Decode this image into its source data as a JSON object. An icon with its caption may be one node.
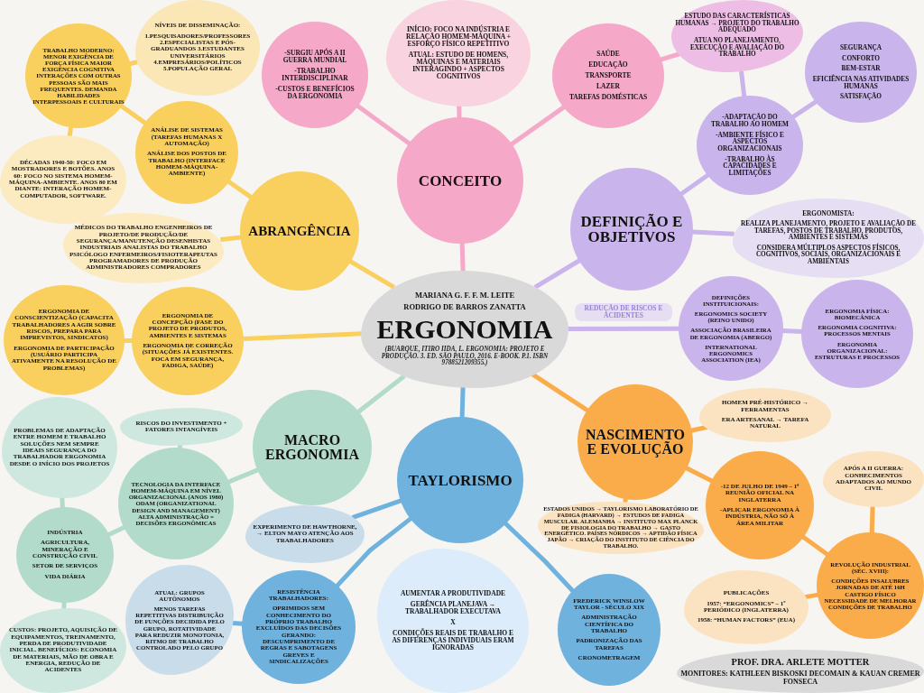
{
  "diagram": {
    "nodes": [
      {
        "text": [
          "MARIANA G. F. F. M. LEITE",
          "RODRIGO DE BARROS ZANATTA",
          "ERGONOMIA",
          "(BUARQUE, ITIRO IIDA, L. ERGONOMIA: PROJETO E PRODUÇÃO. 3. ED. SÃO PAULO, 2016. E-BOOK. P.1. ISBN 9788521209355.)"
        ]
      },
      {
        "text": [
          "CONCEITO"
        ]
      },
      {
        "text": [
          "-SURGIU APÓS A II GUERRA MUNDIAL",
          "-TRABALHO INTERDISCIPLINAR",
          "-CUSTOS E BENEFÍCIOS DA ERGONOMIA"
        ]
      },
      {
        "text": [
          "INÍCIO: FOCO NA INDÚSTRIA E RELAÇÃO HOMEM-MÁQUINA + ESFORÇO FÍSICO REPETITIVO",
          "ATUAL: ESTUDO DE HOMENS, MÁQUINAS E MATERIAIS INTERAGINDO + ASPECTOS COGNITIVOS"
        ]
      },
      {
        "text": [
          "SAÚDE",
          "EDUCAÇÃO",
          "TRANSPORTE",
          "LAZER",
          "TAREFAS DOMÉSTICAS"
        ]
      },
      {
        "text": [
          "ESTUDO DAS CARACTERÍSTICAS HUMANAS → PROJETO DO TRABALHO ADEQUADO",
          "ATUA NO PLANEJAMENTO, EXECUÇÃO E AVALIAÇÃO DO TRABALHO"
        ]
      },
      {
        "text": [
          "SEGURANÇA",
          "CONFORTO",
          "BEM-ESTAR",
          "EFICIÊNCIA NAS ATIVIDADES HUMANAS",
          "SATISFAÇÃO"
        ]
      },
      {
        "text": [
          "-ADAPTAÇÃO DO TRABALHO AO HOMEM",
          "-AMBIENTE FÍSICO E ASPECTOS ORGANIZACIONAIS",
          "-TRABALHO ÀS CAPACIDADES E LIMITAÇÕES"
        ]
      },
      {
        "text": [
          "DEFINIÇÃO E OBJETIVOS"
        ]
      },
      {
        "text": [
          "ERGONOMISTA:",
          "REALIZA PLANEJAMENTO, PROJETO E AVALIAÇÃO DE TAREFAS, POSTOS DE TRABALHO, PRODUTOS, AMBIENTES E SISTEMAS",
          "CONSIDERA MÚLTIPLOS ASPECTOS FÍSICOS, COGNITIVOS, SOCIAIS, ORGANIZACIONAIS E AMBIENTAIS"
        ]
      },
      {
        "text": [
          "DEFINIÇÕES INSTITUICIONAIS:",
          "ERGONOMICS SOCIETY (REINO UNIDO)",
          "ASSOCIAÇÃO BRASILEIRA DE ERGONOMIA (ABERGO)",
          "INTERNATIONAL ERGONOMICS ASSOCIATION (IEA)"
        ]
      },
      {
        "text": [
          "ERGONOMIA FÍSICA: BIOMECÂNICA",
          "ERGONOMIA COGNITIVA: PROCESSOS MENTAIS",
          "ERGONOMIA ORGANIZACIONAL: ESTRUTURAS E PROCESSOS"
        ]
      },
      {
        "text": [
          "NÍVEIS DE DISSEMINAÇÃO:",
          "1.PESQUISADORES/PROFESSORES 2.ESPECIALISTAS E PÓS-GRADUANDOS 3.ESTUDANTES UNIVERSITÁRIOS 4.EMPRESÁRIOS/POLÍTICOS 5.POPULAÇÃO GERAL"
        ]
      },
      {
        "text": [
          "TRABALHO MODERNO: MENOR EXIGÊNCIA DE FORÇA FÍSICA MAIOR EXIGÊNCIA COGNITIVA INTERAÇÕES COM OUTRAS PESSOAS SÃO MAIS FREQUENTES. DEMANDA HABILIDADES INTERPESSOAIS E CULTURAIS"
        ]
      },
      {
        "text": [
          "ANÁLISE DE SISTEMAS (TAREFAS HUMANAS X AUTOMAÇÃO)",
          "ANÁLISE DOS POSTOS DE TRABALHO (INTERFACE HOMEM-MÁQUINA-AMBIENTE)"
        ]
      },
      {
        "text": [
          "DÉCADAS 1940-50: FOCO EM MOSTRADORES E BOTÕES. ANOS 60: FOCO NO SISTEMA HOMEM-MÁQUINA-AMBIENTE. ANOS 80 EM DIANTE: INTERAÇÃO HOMEM-COMPUTADOR, SOFTWARE."
        ]
      },
      {
        "text": [
          "MÉDICOS DO TRABALHO ENGENHEIROS DE PROJETO/DE PRODUÇÃO/DE SEGURANÇA/MANUTENÇÃO DESENHISTAS INDUSTRIAIS ANALISTAS DO TRABALHO PSICÓLOGO ENFERMEIROS/FISIOTERAPEUTAS PROGRAMADORES DE PRODUÇÃO ADMINISTRADORES COMPRADORES"
        ]
      },
      {
        "text": [
          "ABRANGÊNCIA"
        ]
      },
      {
        "text": [
          "ERGONOMIA DE CONSCIENTIZAÇÃO (CAPACITA TRABALHADORES A AGIR SOBRE RISCOS, PREPARA PARA IMPREVISTOS, SINDICATOS)",
          "ERGONOMIA DE PARTICIPAÇÃO (USUÁRIO PARTICIPA ATIVAMENTE NA RESOLUÇÃO DE PROBLEMAS)"
        ]
      },
      {
        "text": [
          "ERGONOMIA DE CONCEPÇÃO (FASE DO PROJETO DE PRODUTOS, AMBIENTES E SISTEMAS",
          "ERGONOMIA DE CORREÇÃO (SITUAÇÕES JÁ EXISTENTES. FOCA EM SEGURANÇA, FADIGA, SAÚDE)"
        ]
      },
      {
        "text": [
          "NASCIMENTO E EVOLUÇÃO"
        ]
      },
      {
        "text": [
          "HOMEM PRÉ-HISTÓRICO → FERRAMENTAS",
          "ERA ARTESANAL → TAREFA NATURAL"
        ]
      },
      {
        "text": [
          "MACRO ERGONOMIA"
        ]
      },
      {
        "text": [
          "RISCOS DO INVESTIMENTO + FATORES INTANGÍVEIS"
        ]
      },
      {
        "text": [
          "PROBLEMAS DE ADAPTAÇÃO ENTRE HOMEM E TRABALHO SOLUÇÕES NEM SEMPRE IDEAIS SEGURANÇA DO TRABALHADOR ERGONOMIA DESDE O INÍCIO DOS PROJETOS"
        ]
      },
      {
        "text": [
          "TECNOLOGIA DA INTERFACE HOMEM-MÁQUINA EM NÍVEL ORGANIZACIONAL (ANOS 1980) ODAM (ORGANIZATIONAL DESIGN AND MANAGEMENT) ALTA ADMINISTRAÇÃO = DECISÕES ERGONÔMICAS"
        ]
      },
      {
        "text": [
          "TAYLORISMO"
        ]
      },
      {
        "text": [
          "EXPERIMENTO DE HAWTHORNE, → ELTON MAYO ATENÇÃO AOS TRABALHADORES"
        ]
      },
      {
        "text": [
          "ESTADOS UNIDOS → TAYLORISMO LABORATÓRIO DE FADIGA (HARVARD) → ESTUDOS DE FADIGA MUSCULAR. ALEMANHA → INSTITUTO MAX PLANCK DE FISIOLOGIA DO TRABALHO → GASTO ENERGÉTICO. PAÍSES NÓRDICOS → APTIDÃO FÍSICA JAPÃO → CRIAÇÃO DO INSTITUTO DE CIÊNCIA DO TRABALHO."
        ]
      },
      {
        "text": [
          "-12 DE JULHO DE 1949 – 1ª REUNIÃO OFICIAL NA INGLATERRA",
          "-APLICAR ERGONOMIA À INDÚSTRIA, NÃO SÓ À ÁREA MILITAR"
        ]
      },
      {
        "text": [
          "APÓS A II GUERRA: CONHECIMENTOS ADAPTADOS AO MUNDO CIVIL"
        ]
      },
      {
        "text": [
          "INDÚSTRIA",
          "AGRICULTURA, MINERAÇÃO E CONSTRUÇÃO CIVIL",
          "SETOR DE SERVIÇOS",
          "VIDA DIÁRIA"
        ]
      },
      {
        "text": [
          "ATUAL: GRUPOS AUTÔNOMOS",
          "MENOS TAREFAS REPETITIVAS DISTRIBUIÇÃO DE FUNÇÕES DECIDIDA PELO GRUPO, ROTATIVIDADE PARA REDUZIR MONOTONIA, RITMO DE TRABALHO CONTROLADO PELO GRUPO"
        ]
      },
      {
        "text": [
          "RESISTÊNCIA TRABALHADORES:",
          "OPRIMIDOS SEM CONHECIMENTO DO PRÓPRIO TRABALHO EXCLUÍDOS DAS DECISÕES GERANDO: DESCUMPRIMENTO DE REGRAS E SABOTAGENS GREVES E SINDICALIZAÇÕES"
        ]
      },
      {
        "text": [
          "AUMENTAR A PRODUTIVIDADE",
          "GERÊNCIA PLANEJAVA → TRABALHADOR EXECUTAVA",
          "X",
          "CONDIÇÕES REAIS DE TRABALHO E AS DIFERENÇAS INDIVIDUAIS ERAM IGNORADAS"
        ]
      },
      {
        "text": [
          "FREDERICK WINSLOW TAYLOR - SÉCULO XIX",
          "ADMINISTRAÇÃO CIENTÍFICA DO TRABALHO",
          "PADRONIZAÇÃO DAS TAREFAS",
          "CRONOMETRAGEM"
        ]
      },
      {
        "text": [
          "PUBLICAÇÕES",
          "1957: “ERGONOMICS” – 1º PERIÓDICO (INGLATERRA)",
          "1958: “HUMAN FACTORS” (EUA)"
        ]
      },
      {
        "text": [
          "REVOLUÇÃO INDUSTRIAL (SÉC. XVIII):",
          "CONDIÇÕES INSALUBRES JORNADAS DE ATÉ 16H CASTIGO FÍSICO NECESSIDADE DE MELHORAR CONDIÇÕES DE TRABALHO"
        ]
      },
      {
        "text": [
          "CUSTOS: PROJETO, AQUISIÇÃO DE EQUIPAMENTOS, TREINAMENTO, PERDA DE PRODUTIVIDADE INICIAL. BENEFÍCIOS: ECONOMIA DE MATERIAIS, MÃO DE OBRA E ENERGIA, REDUÇÃO DE ACIDENTES"
        ]
      },
      {
        "text": [
          "PROF. DRA. ARLETE MOTTER",
          "MONITORES: KATHLEEN BISKOSKI DECOMAIN & KAUAN CREMER FONSECA"
        ]
      }
    ],
    "edges": [
      {
        "from": 0,
        "to": 1,
        "arrow": "none",
        "color": "#f5a8c7"
      },
      {
        "from": 1,
        "to": 2,
        "arrow": "none",
        "color": "#f5a8c7"
      },
      {
        "from": 1,
        "to": 3,
        "arrow": "none",
        "color": "#f5a8c7"
      },
      {
        "from": 1,
        "to": 4,
        "arrow": "none",
        "color": "#f5a8c7"
      },
      {
        "from": 4,
        "to": 5,
        "arrow": "none",
        "color": "#f5a8c7"
      },
      {
        "from": 0,
        "to": 8,
        "arrow": "none",
        "color": "#c9b4ec"
      },
      {
        "from": 8,
        "to": 7,
        "arrow": "none",
        "color": "#c9b4ec"
      },
      {
        "from": 7,
        "to": 5,
        "arrow": "none",
        "color": "#c9b4ec"
      },
      {
        "from": 7,
        "to": 6,
        "arrow": "none",
        "color": "#c9b4ec"
      },
      {
        "from": 8,
        "to": 9,
        "arrow": "none",
        "color": "#c9b4ec"
      },
      {
        "from": 0,
        "to": 10,
        "arrow": "none",
        "label": "REDUÇÃO DE RISCOS E ACIDENTES",
        "color": "#c9b4ec"
      },
      {
        "from": 10,
        "to": 11,
        "arrow": "none",
        "color": "#c9b4ec"
      },
      {
        "from": 0,
        "to": 17,
        "arrow": "none"
      },
      {
        "from": 17,
        "to": 14,
        "arrow": "none"
      },
      {
        "from": 14,
        "to": 13,
        "arrow": "none"
      },
      {
        "from": 13,
        "to": 12,
        "arrow": "none"
      },
      {
        "from": 13,
        "to": 15,
        "arrow": "none"
      },
      {
        "from": 17,
        "to": 16,
        "arrow": "none"
      },
      {
        "from": 0,
        "to": 19,
        "arrow": "none"
      },
      {
        "from": 19,
        "to": 18,
        "arrow": "none"
      },
      {
        "from": 0,
        "to": 22,
        "arrow": "none",
        "color": "#b3dbcc"
      },
      {
        "from": 22,
        "to": 25,
        "arrow": "none",
        "color": "#b3dbcc"
      },
      {
        "from": 25,
        "to": 23,
        "arrow": "none",
        "color": "#b3dbcc"
      },
      {
        "from": 25,
        "to": 31,
        "arrow": "none",
        "color": "#b3dbcc"
      },
      {
        "from": 31,
        "to": 24,
        "arrow": "none",
        "color": "#b3dbcc"
      },
      {
        "from": 31,
        "to": 38,
        "arrow": "none",
        "color": "#b3dbcc"
      },
      {
        "from": 0,
        "to": 26,
        "arrow": "none",
        "color": "#70b2de"
      },
      {
        "from": 26,
        "to": 27,
        "arrow": "none",
        "color": "#70b2de"
      },
      {
        "from": 26,
        "to": 33,
        "arrow": "none",
        "color": "#70b2de"
      },
      {
        "from": 33,
        "to": 32,
        "arrow": "none",
        "color": "#70b2de"
      },
      {
        "from": 26,
        "to": 35,
        "arrow": "none",
        "color": "#70b2de"
      },
      {
        "from": 0,
        "to": 20,
        "arrow": "none",
        "color": "#fbac4a"
      },
      {
        "from": 20,
        "to": 21,
        "arrow": "none",
        "color": "#fbac4a"
      },
      {
        "from": 20,
        "to": 28,
        "arrow": "none",
        "color": "#fbac4a"
      },
      {
        "from": 20,
        "to": 29,
        "arrow": "none",
        "color": "#fbac4a"
      },
      {
        "from": 29,
        "to": 37,
        "arrow": "none",
        "color": "#fbac4a"
      },
      {
        "from": 37,
        "to": 30,
        "arrow": "none",
        "color": "#fbac4a"
      },
      {
        "from": 37,
        "to": 36,
        "arrow": "none",
        "color": "#fbac4a"
      }
    ]
  }
}
